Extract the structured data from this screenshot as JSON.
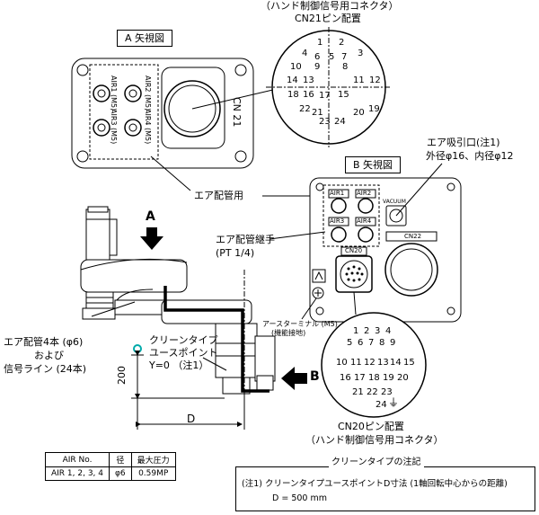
{
  "top_caption": {
    "line1": "（ハンド制御信号用コネクタ）",
    "line2": "CN21ピン配置"
  },
  "view_a": {
    "title": "A 矢視図",
    "cn_label": "CN 21",
    "ports": [
      "AIR1 (M5)",
      "AIR3 (M5)",
      "AIR2 (M5)",
      "AIR4 (M5)"
    ]
  },
  "cn21_pins": [
    "1",
    "2",
    "3",
    "4",
    "5",
    "6",
    "7",
    "8",
    "9",
    "10",
    "11",
    "12",
    "13",
    "14",
    "15",
    "16",
    "17",
    "18",
    "19",
    "20",
    "21",
    "22",
    "23",
    "24"
  ],
  "air_piping_label": "エア配管用",
  "suction": {
    "line1": "エア吸引口(注1)",
    "line2": "外径φ16、内径φ12"
  },
  "view_b": {
    "title": "B 矢視図",
    "ports": [
      "AIR1",
      "AIR2",
      "AIR3",
      "AIR4"
    ],
    "vacuum": "VACUUM",
    "cn20": "CN20",
    "cn22": "CN22"
  },
  "fitting": {
    "line1": "エア配管継手",
    "line2": "(PT 1/4)"
  },
  "earth": {
    "line1": "アースターミナル (M5)",
    "line2": "(機能接地)"
  },
  "arrow_a": "A",
  "arrow_b": "B",
  "left_note": {
    "line1": "エア配管4本 (φ6)",
    "line2": "および",
    "line3": "信号ライン (24本)"
  },
  "clean_point": {
    "line1": "クリーンタイプ",
    "line2": "ユースポイント",
    "line3": "Y=0 （注1）"
  },
  "dim_200": "200",
  "dim_d": "D",
  "cn20_pins": [
    "1",
    "2",
    "3",
    "4",
    "5",
    "6",
    "7",
    "8",
    "9",
    "10",
    "11",
    "12",
    "13",
    "14",
    "15",
    "16",
    "17",
    "18",
    "19",
    "20",
    "21",
    "22",
    "23",
    "24"
  ],
  "cn20_caption": {
    "line1": "CN20ピン配置",
    "line2": "（ハンド制御信号用コネクタ）"
  },
  "air_table": {
    "headers": [
      "AIR No.",
      "径",
      "最大圧力"
    ],
    "row": [
      "AIR 1, 2, 3, 4",
      "φ6",
      "0.59MP"
    ]
  },
  "clean_note": {
    "title": "クリーンタイプの注記",
    "line1": "(注1) クリーンタイプユースポイントD寸法 (1軸回転中心からの距離)",
    "line2": "D = 500 mm"
  }
}
